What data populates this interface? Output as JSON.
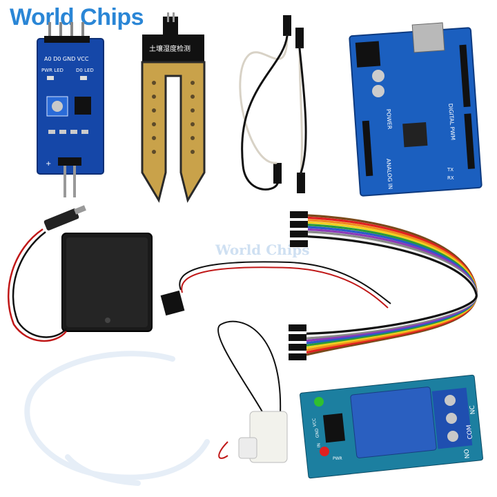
{
  "watermark": {
    "logo_text": "World Chips",
    "center_text": "World Chips"
  },
  "sensor_module": {
    "labels": [
      "PWR LED",
      "D0 LED",
      "A0 D0 GND VCC",
      "+"
    ]
  },
  "soil_probe": {
    "label": "土壤湿度检测"
  },
  "arduino_board": {
    "labels": [
      "POWER",
      "DIGITAL PWM",
      "ANALOG IN",
      "TX",
      "RX"
    ]
  },
  "relay_module": {
    "labels": [
      "NO",
      "COM",
      "NC",
      "VCC",
      "GND",
      "IN",
      "PWR"
    ]
  },
  "colors": {
    "pcb_blue": "#1547a8",
    "probe_black": "#111111",
    "probe_gold": "#c9a24a",
    "relay_blue": "#2a5fc0",
    "ribbon": [
      "#7a4a1a",
      "#e02020",
      "#f08a1c",
      "#f0d020",
      "#2a9a3a",
      "#2a5ac8",
      "#8a3ab8",
      "#888888",
      "#f2f2f2",
      "#111111"
    ]
  }
}
